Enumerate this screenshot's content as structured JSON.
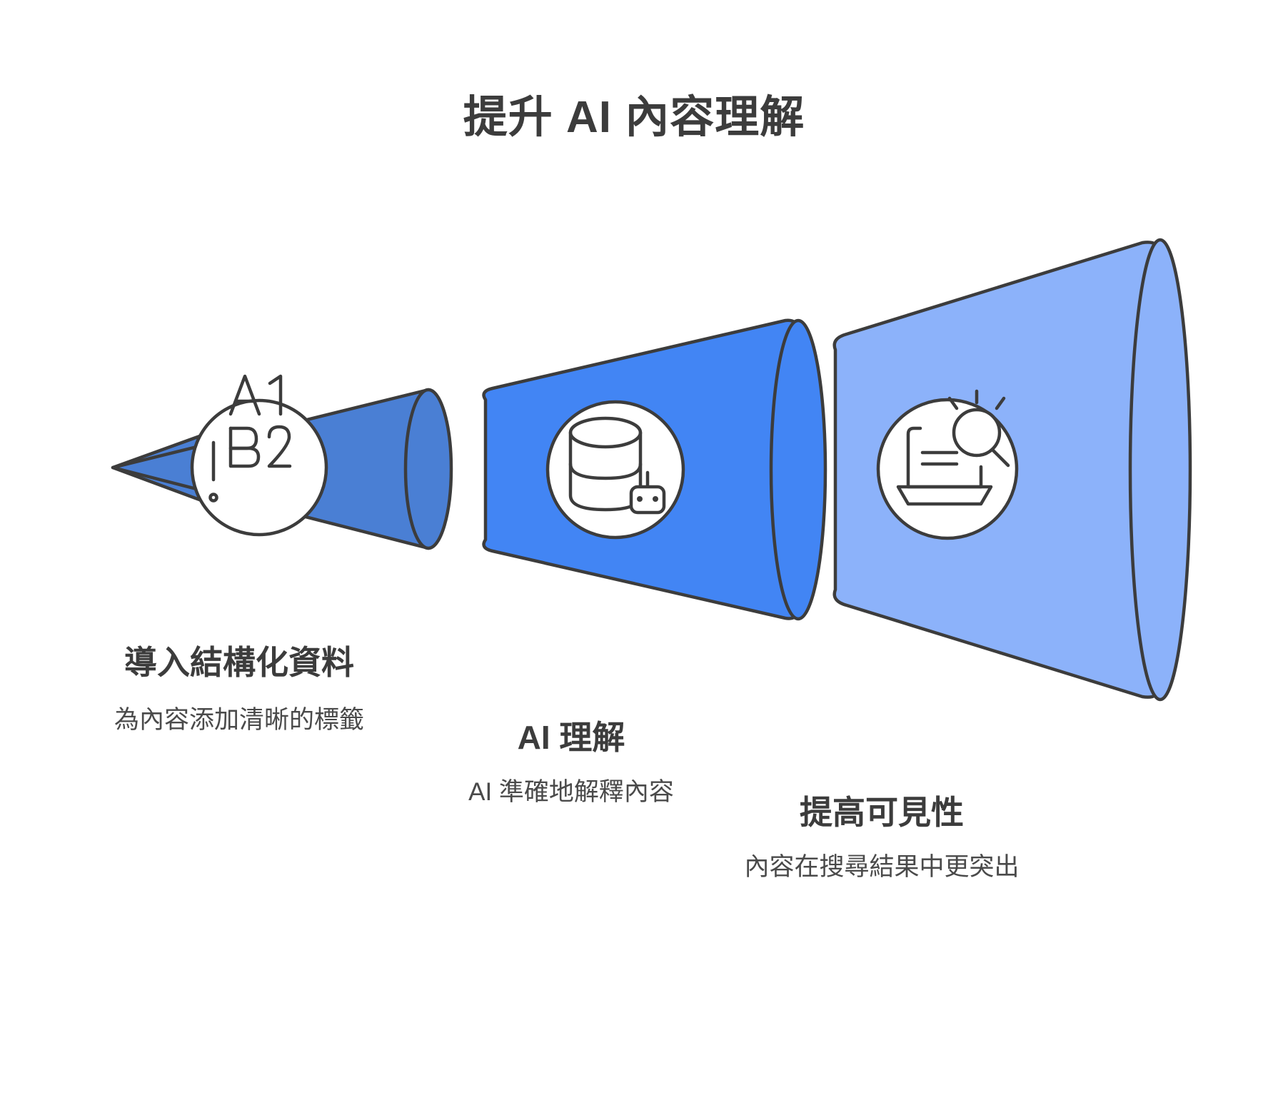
{
  "page": {
    "title": "提升 AI 內容理解",
    "background_color": "#ffffff",
    "text_color": "#3c3c3c"
  },
  "colors": {
    "stage1_blue": "#4a7fd4",
    "stage2_blue": "#4285f4",
    "stage3_blue": "#8cb2fa",
    "outline": "#3c3c3c",
    "icon_bubble": "#ffffff"
  },
  "chart_data": {
    "type": "funnel",
    "title": "提升 AI 內容理解",
    "direction": "expanding-left-to-right",
    "stages": [
      {
        "index": 1,
        "label": "導入結構化資料",
        "description": "為內容添加清晰的標籤",
        "icon": "structured-data-list-icon",
        "icon_text": [
          "A1",
          "B2"
        ],
        "color": "#4a7fd4"
      },
      {
        "index": 2,
        "label": "AI 理解",
        "description": "AI 準確地解釋內容",
        "icon": "database-robot-icon",
        "color": "#4285f4"
      },
      {
        "index": 3,
        "label": "提高可見性",
        "description": "內容在搜尋結果中更突出",
        "icon": "laptop-search-icon",
        "color": "#8cb2fa"
      }
    ]
  }
}
